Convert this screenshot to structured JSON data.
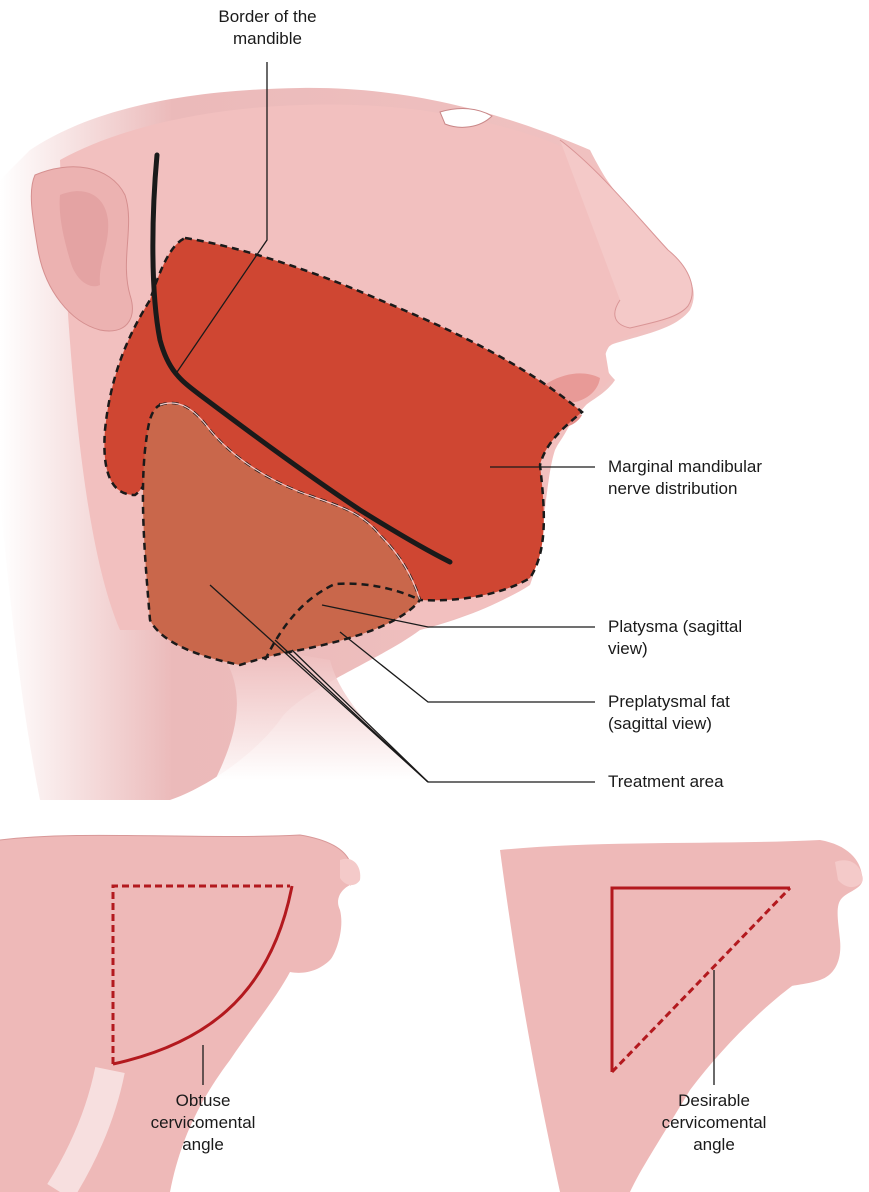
{
  "labels": {
    "border_mandible": [
      "Border of the",
      "mandible"
    ],
    "marginal_nerve": [
      "Marginal mandibular",
      "nerve distribution"
    ],
    "platysma": [
      "Platysma (sagittal",
      "view)"
    ],
    "preplatysmal": [
      "Preplatysmal fat",
      "(sagittal view)"
    ],
    "treatment": [
      "Treatment area"
    ],
    "obtuse": [
      "Obtuse",
      "cervicomental",
      "angle"
    ],
    "desirable": [
      "Desirable",
      "cervicomental",
      "angle"
    ]
  },
  "colors": {
    "skin": "#f2c2c0",
    "skin_shadow": "#e3a3a4",
    "nerve_zone": "#cf4632",
    "treatment_zone": "#c8664a",
    "angle_line": "#b3191e",
    "outline": "#1a1a1a"
  }
}
